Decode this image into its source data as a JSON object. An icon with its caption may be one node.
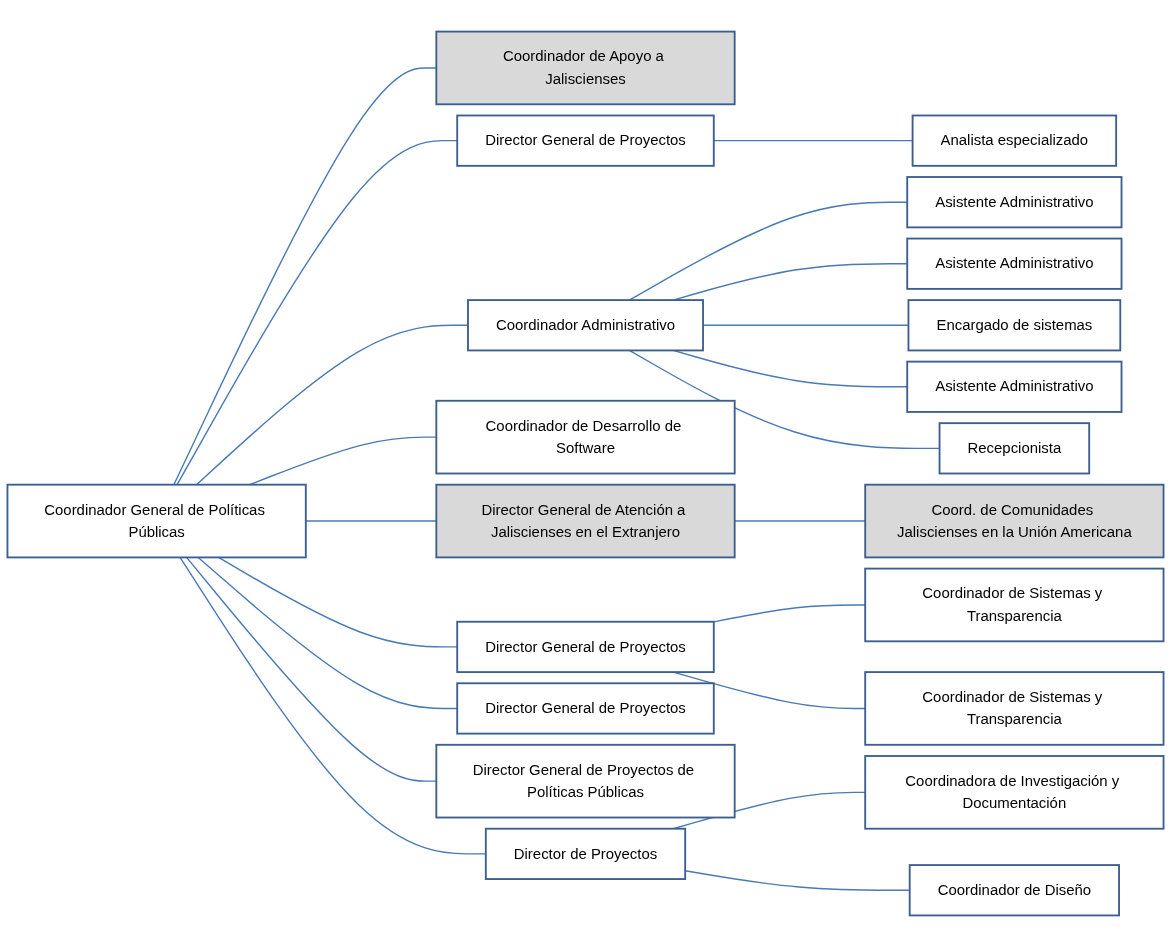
{
  "diagram": {
    "nodes": [
      {
        "text": [
          "Coordinador General de Políticas Públicas"
        ]
      },
      {
        "text": [
          "Coordinador de Apoyo a Jaliscienses"
        ]
      },
      {
        "text": [
          "Director General de Proyectos"
        ]
      },
      {
        "text": [
          "Coordinador Administrativo"
        ]
      },
      {
        "text": [
          "Coordinador de Desarrollo de Software"
        ]
      },
      {
        "text": [
          "Director General de Atención a Jaliscienses en el Extranjero"
        ]
      },
      {
        "text": [
          "Director General de Proyectos"
        ]
      },
      {
        "text": [
          "Director General de Proyectos"
        ]
      },
      {
        "text": [
          "Director General de Proyectos de Políticas Públicas"
        ]
      },
      {
        "text": [
          "Director de Proyectos"
        ]
      },
      {
        "text": [
          "Analista especializado"
        ]
      },
      {
        "text": [
          "Asistente Administrativo"
        ]
      },
      {
        "text": [
          "Asistente Administrativo"
        ]
      },
      {
        "text": [
          "Encargado de sistemas"
        ]
      },
      {
        "text": [
          "Asistente Administrativo"
        ]
      },
      {
        "text": [
          "Recepcionista"
        ]
      },
      {
        "text": [
          "Coord. de Comunidades Jaliscienses en la Unión Americana"
        ]
      },
      {
        "text": [
          "Coordinador de Sistemas y Transparencia"
        ]
      },
      {
        "text": [
          "Coordinador de Sistemas y Transparencia"
        ]
      },
      {
        "text": [
          "Coordinadora de Investigación y Documentación"
        ]
      },
      {
        "text": [
          "Coordinador de Diseño"
        ]
      }
    ],
    "edges": [
      {
        "from": 0,
        "to": 1,
        "arrow": "none"
      },
      {
        "from": 0,
        "to": 2,
        "arrow": "none"
      },
      {
        "from": 0,
        "to": 3,
        "arrow": "none"
      },
      {
        "from": 0,
        "to": 4,
        "arrow": "none"
      },
      {
        "from": 0,
        "to": 5,
        "arrow": "none"
      },
      {
        "from": 0,
        "to": 6,
        "arrow": "none"
      },
      {
        "from": 0,
        "to": 7,
        "arrow": "none"
      },
      {
        "from": 0,
        "to": 8,
        "arrow": "none"
      },
      {
        "from": 0,
        "to": 9,
        "arrow": "none"
      },
      {
        "from": 2,
        "to": 10,
        "arrow": "none"
      },
      {
        "from": 3,
        "to": 11,
        "arrow": "none"
      },
      {
        "from": 3,
        "to": 12,
        "arrow": "none"
      },
      {
        "from": 3,
        "to": 13,
        "arrow": "none"
      },
      {
        "from": 3,
        "to": 14,
        "arrow": "none"
      },
      {
        "from": 3,
        "to": 15,
        "arrow": "none"
      },
      {
        "from": 5,
        "to": 16,
        "arrow": "none"
      },
      {
        "from": 6,
        "to": 17,
        "arrow": "none"
      },
      {
        "from": 6,
        "to": 18,
        "arrow": "none"
      },
      {
        "from": 9,
        "to": 19,
        "arrow": "none"
      },
      {
        "from": 9,
        "to": 20,
        "arrow": "none"
      }
    ]
  }
}
